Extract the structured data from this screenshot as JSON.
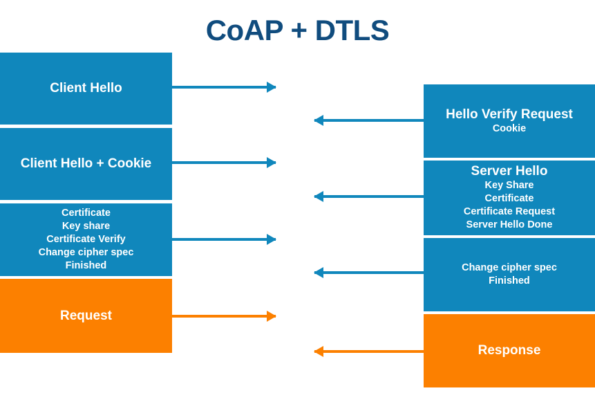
{
  "title": "CoAP + DTLS",
  "colors": {
    "title": "#104C7E",
    "blue": "#1087BC",
    "orange": "#FC8000",
    "background": "#FFFFFF",
    "text": "#FFFFFF"
  },
  "client": {
    "messages": [
      {
        "id": "client-hello",
        "main": "Client Hello",
        "sub": [],
        "color": "blue"
      },
      {
        "id": "client-hello-cookie",
        "main": "Client Hello + Cookie",
        "sub": [],
        "color": "blue"
      },
      {
        "id": "client-certificate-flight",
        "main": "",
        "sub": [
          "Certificate",
          "Key share",
          "Certificate Verify",
          "Change cipher spec",
          "Finished"
        ],
        "color": "blue"
      },
      {
        "id": "client-request",
        "main": "Request",
        "sub": [],
        "color": "orange"
      }
    ]
  },
  "server": {
    "messages": [
      {
        "id": "hello-verify-request",
        "main": "Hello Verify Request",
        "sub": [
          "Cookie"
        ],
        "color": "blue"
      },
      {
        "id": "server-hello",
        "main": "Server Hello",
        "sub": [
          "Key Share",
          "Certificate",
          "Certificate Request",
          "Server Hello Done"
        ],
        "color": "blue"
      },
      {
        "id": "server-change-cipher-spec",
        "main": "",
        "sub": [
          "Change cipher spec",
          "Finished"
        ],
        "color": "blue"
      },
      {
        "id": "server-response",
        "main": "Response",
        "sub": [],
        "color": "orange"
      }
    ]
  },
  "arrows": [
    {
      "id": "arrow-client-hello",
      "direction": "right",
      "color": "blue"
    },
    {
      "id": "arrow-hello-verify-request",
      "direction": "left",
      "color": "blue"
    },
    {
      "id": "arrow-client-hello-cookie",
      "direction": "right",
      "color": "blue"
    },
    {
      "id": "arrow-server-hello",
      "direction": "left",
      "color": "blue"
    },
    {
      "id": "arrow-client-certificate-flight",
      "direction": "right",
      "color": "blue"
    },
    {
      "id": "arrow-server-change-cipher-spec",
      "direction": "left",
      "color": "blue"
    },
    {
      "id": "arrow-request",
      "direction": "right",
      "color": "orange"
    },
    {
      "id": "arrow-response",
      "direction": "left",
      "color": "orange"
    }
  ]
}
